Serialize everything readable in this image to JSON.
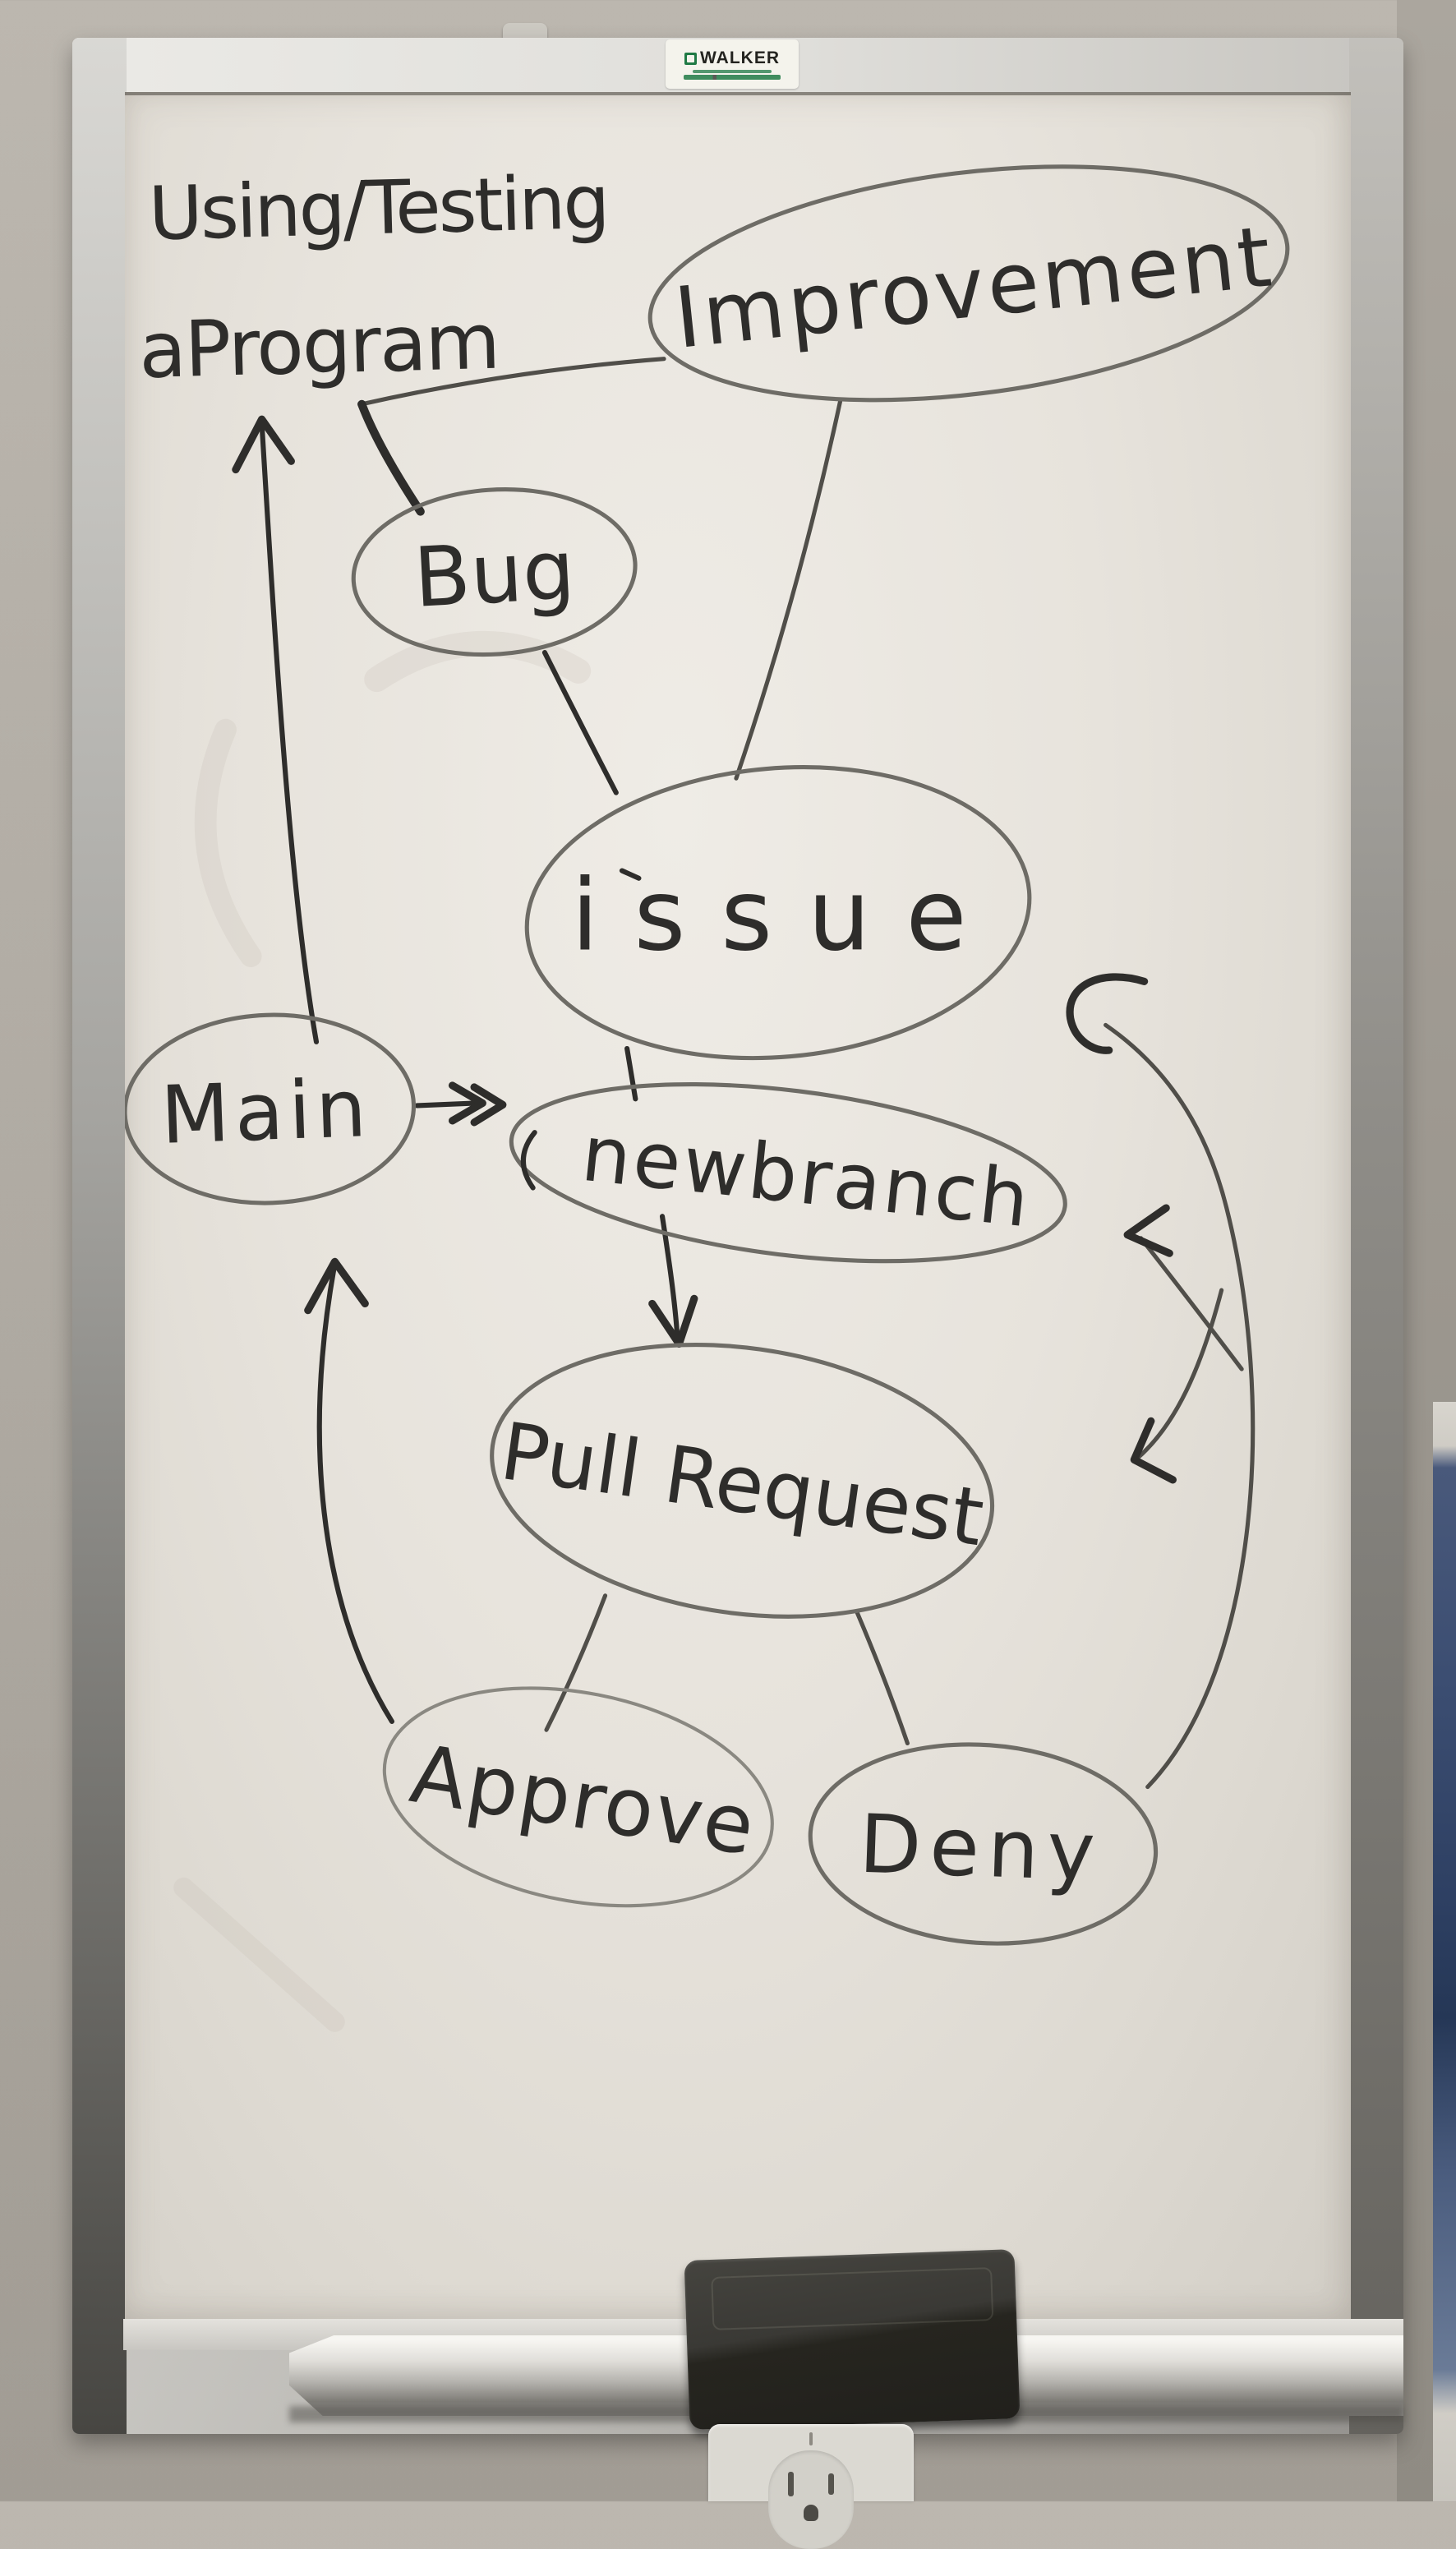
{
  "colors": {
    "marker": "#2e2d2b",
    "bubble": "#6e6c66",
    "board": "#e9e5de",
    "wall": "#aea9a1",
    "frame_light": "#e6e5e1",
    "frame_dark": "#474642",
    "sticker_green": "#1f7a45",
    "eraser_black": "#26251f",
    "window_glass": "#2e4063"
  },
  "title": {
    "line1": "Using/Testing",
    "line2": "aProgram"
  },
  "sticker": {
    "brand": "WALKER"
  },
  "diagram": {
    "nodes": {
      "improvement": {
        "label": "Improvement"
      },
      "bug": {
        "label": "Bug"
      },
      "issue": {
        "label": "issue"
      },
      "main": {
        "label": "Main"
      },
      "newbranch": {
        "label": "newbranch"
      },
      "pull_request": {
        "label": "Pull Request"
      },
      "approve": {
        "label": "Approve"
      },
      "deny": {
        "label": "Deny"
      }
    },
    "edges": [
      {
        "from": "improvement",
        "to": "program-title",
        "arrow": false
      },
      {
        "from": "bug",
        "to": "program-title",
        "arrow": false
      },
      {
        "from": "bug",
        "to": "issue",
        "arrow": false
      },
      {
        "from": "improvement",
        "to": "issue",
        "arrow": false
      },
      {
        "from": "issue",
        "to": "newbranch",
        "arrow": false
      },
      {
        "from": "main",
        "to": "newbranch",
        "arrow": true
      },
      {
        "from": "newbranch",
        "to": "pull_request",
        "arrow": true
      },
      {
        "from": "pull_request",
        "to": "approve",
        "arrow": false
      },
      {
        "from": "pull_request",
        "to": "deny",
        "arrow": false
      },
      {
        "from": "approve",
        "to": "main",
        "arrow": true
      },
      {
        "from": "main",
        "to": "program-title",
        "arrow": true
      },
      {
        "from": "deny",
        "to": "issue",
        "arrow": true
      },
      {
        "from": "deny",
        "to": "newbranch",
        "arrow": true
      },
      {
        "from": "deny",
        "to": "pull_request",
        "arrow": true
      }
    ]
  }
}
